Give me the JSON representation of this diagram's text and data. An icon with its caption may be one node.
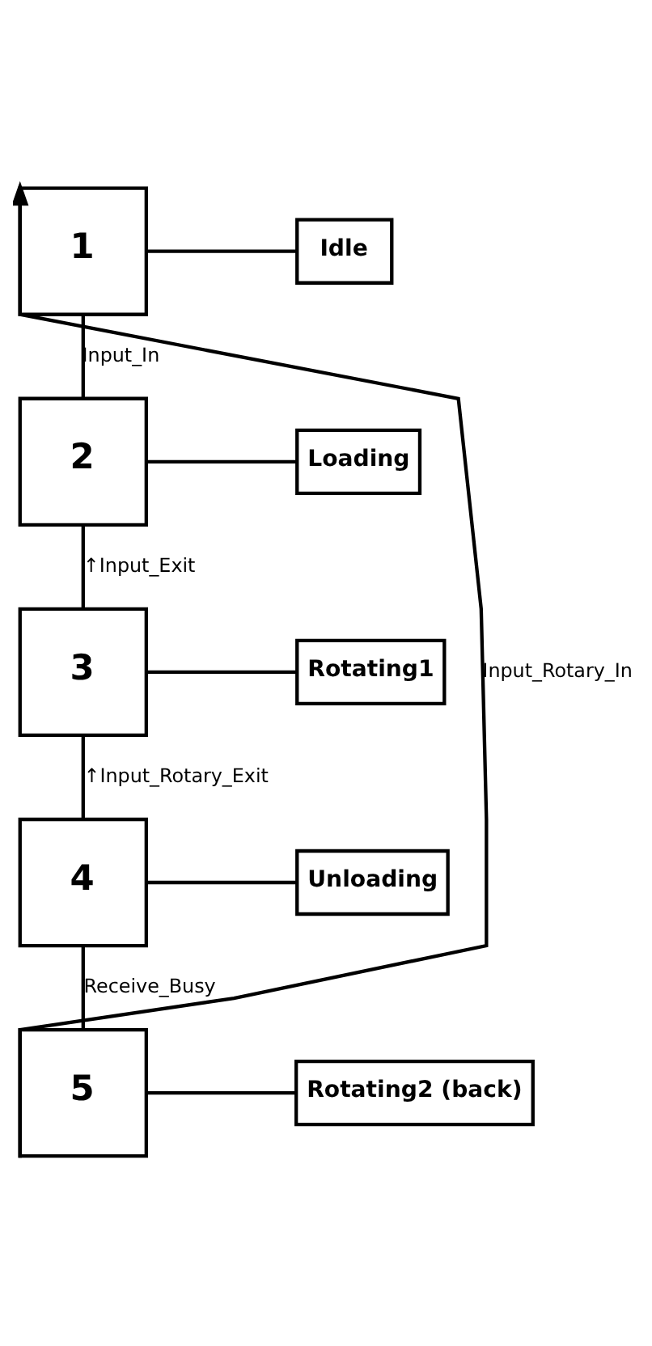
{
  "diagram": {
    "nodes": [
      {
        "text": [
          "1"
        ]
      },
      {
        "text": [
          "Idle"
        ]
      },
      {
        "text": [
          "2"
        ]
      },
      {
        "text": [
          "Loading"
        ]
      },
      {
        "text": [
          "3"
        ]
      },
      {
        "text": [
          "Rotating1"
        ]
      },
      {
        "text": [
          "4"
        ]
      },
      {
        "text": [
          "Unloading"
        ]
      },
      {
        "text": [
          "5"
        ]
      },
      {
        "text": [
          "Rotating2 (back)"
        ]
      }
    ],
    "edges": [
      {
        "from": 0,
        "to": 1,
        "arrow": "none"
      },
      {
        "from": 0,
        "to": 2,
        "arrow": "none",
        "label": "Input_In"
      },
      {
        "from": 2,
        "to": 3,
        "arrow": "none"
      },
      {
        "from": 2,
        "to": 4,
        "arrow": "none",
        "label": "↑Input_Exit"
      },
      {
        "from": 4,
        "to": 5,
        "arrow": "none"
      },
      {
        "from": 4,
        "to": 6,
        "arrow": "none",
        "label": "↑Input_Rotary_Exit"
      },
      {
        "from": 6,
        "to": 7,
        "arrow": "none"
      },
      {
        "from": 6,
        "to": 8,
        "arrow": "none",
        "label": "Receive_Busy"
      },
      {
        "from": 8,
        "to": 9,
        "arrow": "none"
      },
      {
        "from": 8,
        "to": 0,
        "arrow": "to",
        "label": "Input_Rotary_In"
      }
    ]
  }
}
